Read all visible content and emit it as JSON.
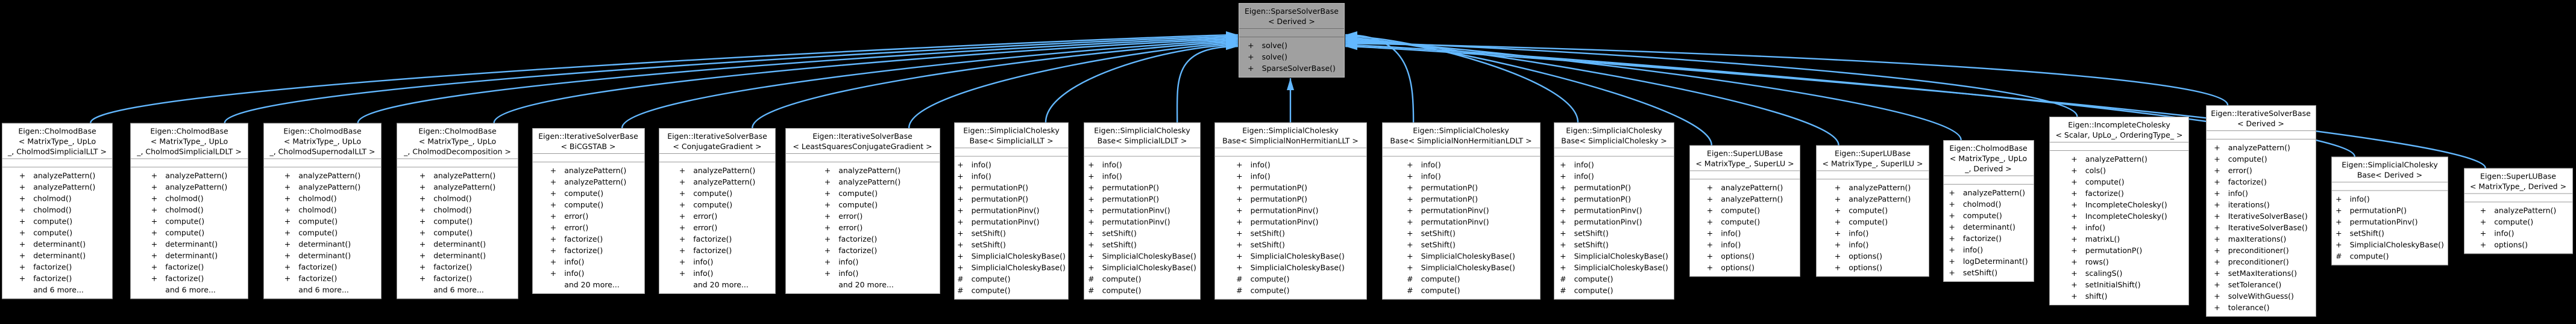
{
  "diagram": {
    "kind": "uml-inheritance-graph",
    "colors": {
      "background": "#000000",
      "node_fill": "#ffffff",
      "selected_node_fill": "#a0a0a0",
      "node_border": "#9a9a9a",
      "arrow": "#63b8ff",
      "text": "#000000"
    },
    "base_node_id": "base",
    "nodes": [
      {
        "id": "base",
        "role": "base",
        "title_lines": [
          "Eigen::SparseSolverBase",
          "< Derived >"
        ],
        "members": [
          "+ solve()",
          "+ solve()",
          "+ SparseSolverBase()"
        ]
      },
      {
        "id": "cholmod_simplicial_llt",
        "role": "derived",
        "title_lines": [
          "Eigen::CholmodBase",
          "< MatrixType_, UpLo",
          "_, CholmodSimplicialLLT >"
        ],
        "members": [
          "+ analyzePattern()",
          "+ analyzePattern()",
          "+ cholmod()",
          "+ cholmod()",
          "+ compute()",
          "+ compute()",
          "+ determinant()",
          "+ determinant()",
          "+ factorize()",
          "+ factorize()",
          "and 6 more..."
        ]
      },
      {
        "id": "cholmod_simplicial_ldlt",
        "role": "derived",
        "title_lines": [
          "Eigen::CholmodBase",
          "< MatrixType_, UpLo",
          "_, CholmodSimplicialLDLT >"
        ],
        "members": [
          "+ analyzePattern()",
          "+ analyzePattern()",
          "+ cholmod()",
          "+ cholmod()",
          "+ compute()",
          "+ compute()",
          "+ determinant()",
          "+ determinant()",
          "+ factorize()",
          "+ factorize()",
          "and 6 more..."
        ]
      },
      {
        "id": "cholmod_supernodal_llt",
        "role": "derived",
        "title_lines": [
          "Eigen::CholmodBase",
          "< MatrixType_, UpLo",
          "_, CholmodSupernodalLLT >"
        ],
        "members": [
          "+ analyzePattern()",
          "+ analyzePattern()",
          "+ cholmod()",
          "+ cholmod()",
          "+ compute()",
          "+ compute()",
          "+ determinant()",
          "+ determinant()",
          "+ factorize()",
          "+ factorize()",
          "and 6 more..."
        ]
      },
      {
        "id": "cholmod_decomposition",
        "role": "derived",
        "title_lines": [
          "Eigen::CholmodBase",
          "< MatrixType_, UpLo",
          "_, CholmodDecomposition >"
        ],
        "members": [
          "+ analyzePattern()",
          "+ analyzePattern()",
          "+ cholmod()",
          "+ cholmod()",
          "+ compute()",
          "+ compute()",
          "+ determinant()",
          "+ determinant()",
          "+ factorize()",
          "+ factorize()",
          "and 6 more..."
        ]
      },
      {
        "id": "iter_bicgstab",
        "role": "derived",
        "title_lines": [
          "Eigen::IterativeSolverBase",
          "< BiCGSTAB >"
        ],
        "members": [
          "+ analyzePattern()",
          "+ analyzePattern()",
          "+ compute()",
          "+ compute()",
          "+ error()",
          "+ error()",
          "+ factorize()",
          "+ factorize()",
          "+ info()",
          "+ info()",
          "and 20 more..."
        ]
      },
      {
        "id": "iter_cg",
        "role": "derived",
        "title_lines": [
          "Eigen::IterativeSolverBase",
          "< ConjugateGradient >"
        ],
        "members": [
          "+ analyzePattern()",
          "+ analyzePattern()",
          "+ compute()",
          "+ compute()",
          "+ error()",
          "+ error()",
          "+ factorize()",
          "+ factorize()",
          "+ info()",
          "+ info()",
          "and 20 more..."
        ]
      },
      {
        "id": "iter_lscg",
        "role": "derived",
        "title_lines": [
          "Eigen::IterativeSolverBase",
          "< LeastSquaresConjugateGradient >"
        ],
        "members": [
          "+ analyzePattern()",
          "+ analyzePattern()",
          "+ compute()",
          "+ compute()",
          "+ error()",
          "+ error()",
          "+ factorize()",
          "+ factorize()",
          "+ info()",
          "+ info()",
          "and 20 more..."
        ]
      },
      {
        "id": "simpl_llt",
        "role": "derived",
        "title_lines": [
          "Eigen::SimplicialCholesky",
          "Base< SimplicialLLT >"
        ],
        "members": [
          "+ info()",
          "+ info()",
          "+ permutationP()",
          "+ permutationP()",
          "+ permutationPinv()",
          "+ permutationPinv()",
          "+ setShift()",
          "+ setShift()",
          "+ SimplicialCholeskyBase()",
          "+ SimplicialCholeskyBase()",
          "# compute()",
          "# compute()"
        ]
      },
      {
        "id": "simpl_ldlt",
        "role": "derived",
        "title_lines": [
          "Eigen::SimplicialCholesky",
          "Base< SimplicialLDLT >"
        ],
        "members": [
          "+ info()",
          "+ info()",
          "+ permutationP()",
          "+ permutationP()",
          "+ permutationPinv()",
          "+ permutationPinv()",
          "+ setShift()",
          "+ setShift()",
          "+ SimplicialCholeskyBase()",
          "+ SimplicialCholeskyBase()",
          "# compute()",
          "# compute()"
        ]
      },
      {
        "id": "simpl_nh_llt",
        "role": "derived",
        "title_lines": [
          "Eigen::SimplicialCholesky",
          "Base< SimplicialNonHermitianLLT >"
        ],
        "members": [
          "+ info()",
          "+ info()",
          "+ permutationP()",
          "+ permutationP()",
          "+ permutationPinv()",
          "+ permutationPinv()",
          "+ setShift()",
          "+ setShift()",
          "+ SimplicialCholeskyBase()",
          "+ SimplicialCholeskyBase()",
          "# compute()",
          "# compute()"
        ]
      },
      {
        "id": "simpl_nh_ldlt",
        "role": "derived",
        "title_lines": [
          "Eigen::SimplicialCholesky",
          "Base< SimplicialNonHermitianLDLT >"
        ],
        "members": [
          "+ info()",
          "+ info()",
          "+ permutationP()",
          "+ permutationP()",
          "+ permutationPinv()",
          "+ permutationPinv()",
          "+ setShift()",
          "+ setShift()",
          "+ SimplicialCholeskyBase()",
          "+ SimplicialCholeskyBase()",
          "# compute()",
          "# compute()"
        ]
      },
      {
        "id": "simpl_cholesky",
        "role": "derived",
        "title_lines": [
          "Eigen::SimplicialCholesky",
          "Base< SimplicialCholesky >"
        ],
        "members": [
          "+ info()",
          "+ info()",
          "+ permutationP()",
          "+ permutationP()",
          "+ permutationPinv()",
          "+ permutationPinv()",
          "+ setShift()",
          "+ setShift()",
          "+ SimplicialCholeskyBase()",
          "+ SimplicialCholeskyBase()",
          "# compute()",
          "# compute()"
        ]
      },
      {
        "id": "superlu_superlu",
        "role": "derived",
        "title_lines": [
          "Eigen::SuperLUBase",
          "< MatrixType_, SuperLU >"
        ],
        "members": [
          "+ analyzePattern()",
          "+ analyzePattern()",
          "+ compute()",
          "+ compute()",
          "+ info()",
          "+ info()",
          "+ options()",
          "+ options()"
        ]
      },
      {
        "id": "superlu_superilu",
        "role": "derived",
        "title_lines": [
          "Eigen::SuperLUBase",
          "< MatrixType_, SuperILU >"
        ],
        "members": [
          "+ analyzePattern()",
          "+ analyzePattern()",
          "+ compute()",
          "+ compute()",
          "+ info()",
          "+ info()",
          "+ options()",
          "+ options()"
        ]
      },
      {
        "id": "cholmod_derived",
        "role": "derived",
        "title_lines": [
          "Eigen::CholmodBase",
          "< MatrixType_, UpLo",
          "_, Derived >"
        ],
        "members": [
          "+ analyzePattern()",
          "+ cholmod()",
          "+ compute()",
          "+ determinant()",
          "+ factorize()",
          "+ info()",
          "+ logDeterminant()",
          "+ setShift()"
        ]
      },
      {
        "id": "incomplete_cholesky",
        "role": "derived",
        "title_lines": [
          "Eigen::IncompleteCholesky",
          "< Scalar, UpLo_, OrderingType_ >"
        ],
        "members": [
          "+ analyzePattern()",
          "+ cols()",
          "+ compute()",
          "+ factorize()",
          "+ IncompleteCholesky()",
          "+ IncompleteCholesky()",
          "+ info()",
          "+ matrixL()",
          "+ permutationP()",
          "+ rows()",
          "+ scalingS()",
          "+ setInitialShift()",
          "+ shift()"
        ]
      },
      {
        "id": "iter_derived",
        "role": "derived",
        "title_lines": [
          "Eigen::IterativeSolverBase",
          "< Derived >"
        ],
        "members": [
          "+ analyzePattern()",
          "+ compute()",
          "+ error()",
          "+ factorize()",
          "+ info()",
          "+ iterations()",
          "+ IterativeSolverBase()",
          "+ IterativeSolverBase()",
          "+ maxIterations()",
          "+ preconditioner()",
          "+ preconditioner()",
          "+ setMaxIterations()",
          "+ setTolerance()",
          "+ solveWithGuess()",
          "+ tolerance()"
        ]
      },
      {
        "id": "simpl_derived",
        "role": "derived",
        "title_lines": [
          "Eigen::SimplicialCholesky",
          "Base< Derived >"
        ],
        "members": [
          "+ info()",
          "+ permutationP()",
          "+ permutationPinv()",
          "+ setShift()",
          "+ SimplicialCholeskyBase()",
          "# compute()"
        ]
      },
      {
        "id": "superlu_derived",
        "role": "derived",
        "title_lines": [
          "Eigen::SuperLUBase",
          "< MatrixType_, Derived >"
        ],
        "members": [
          "+ analyzePattern()",
          "+ compute()",
          "+ info()",
          "+ options()"
        ]
      }
    ]
  }
}
